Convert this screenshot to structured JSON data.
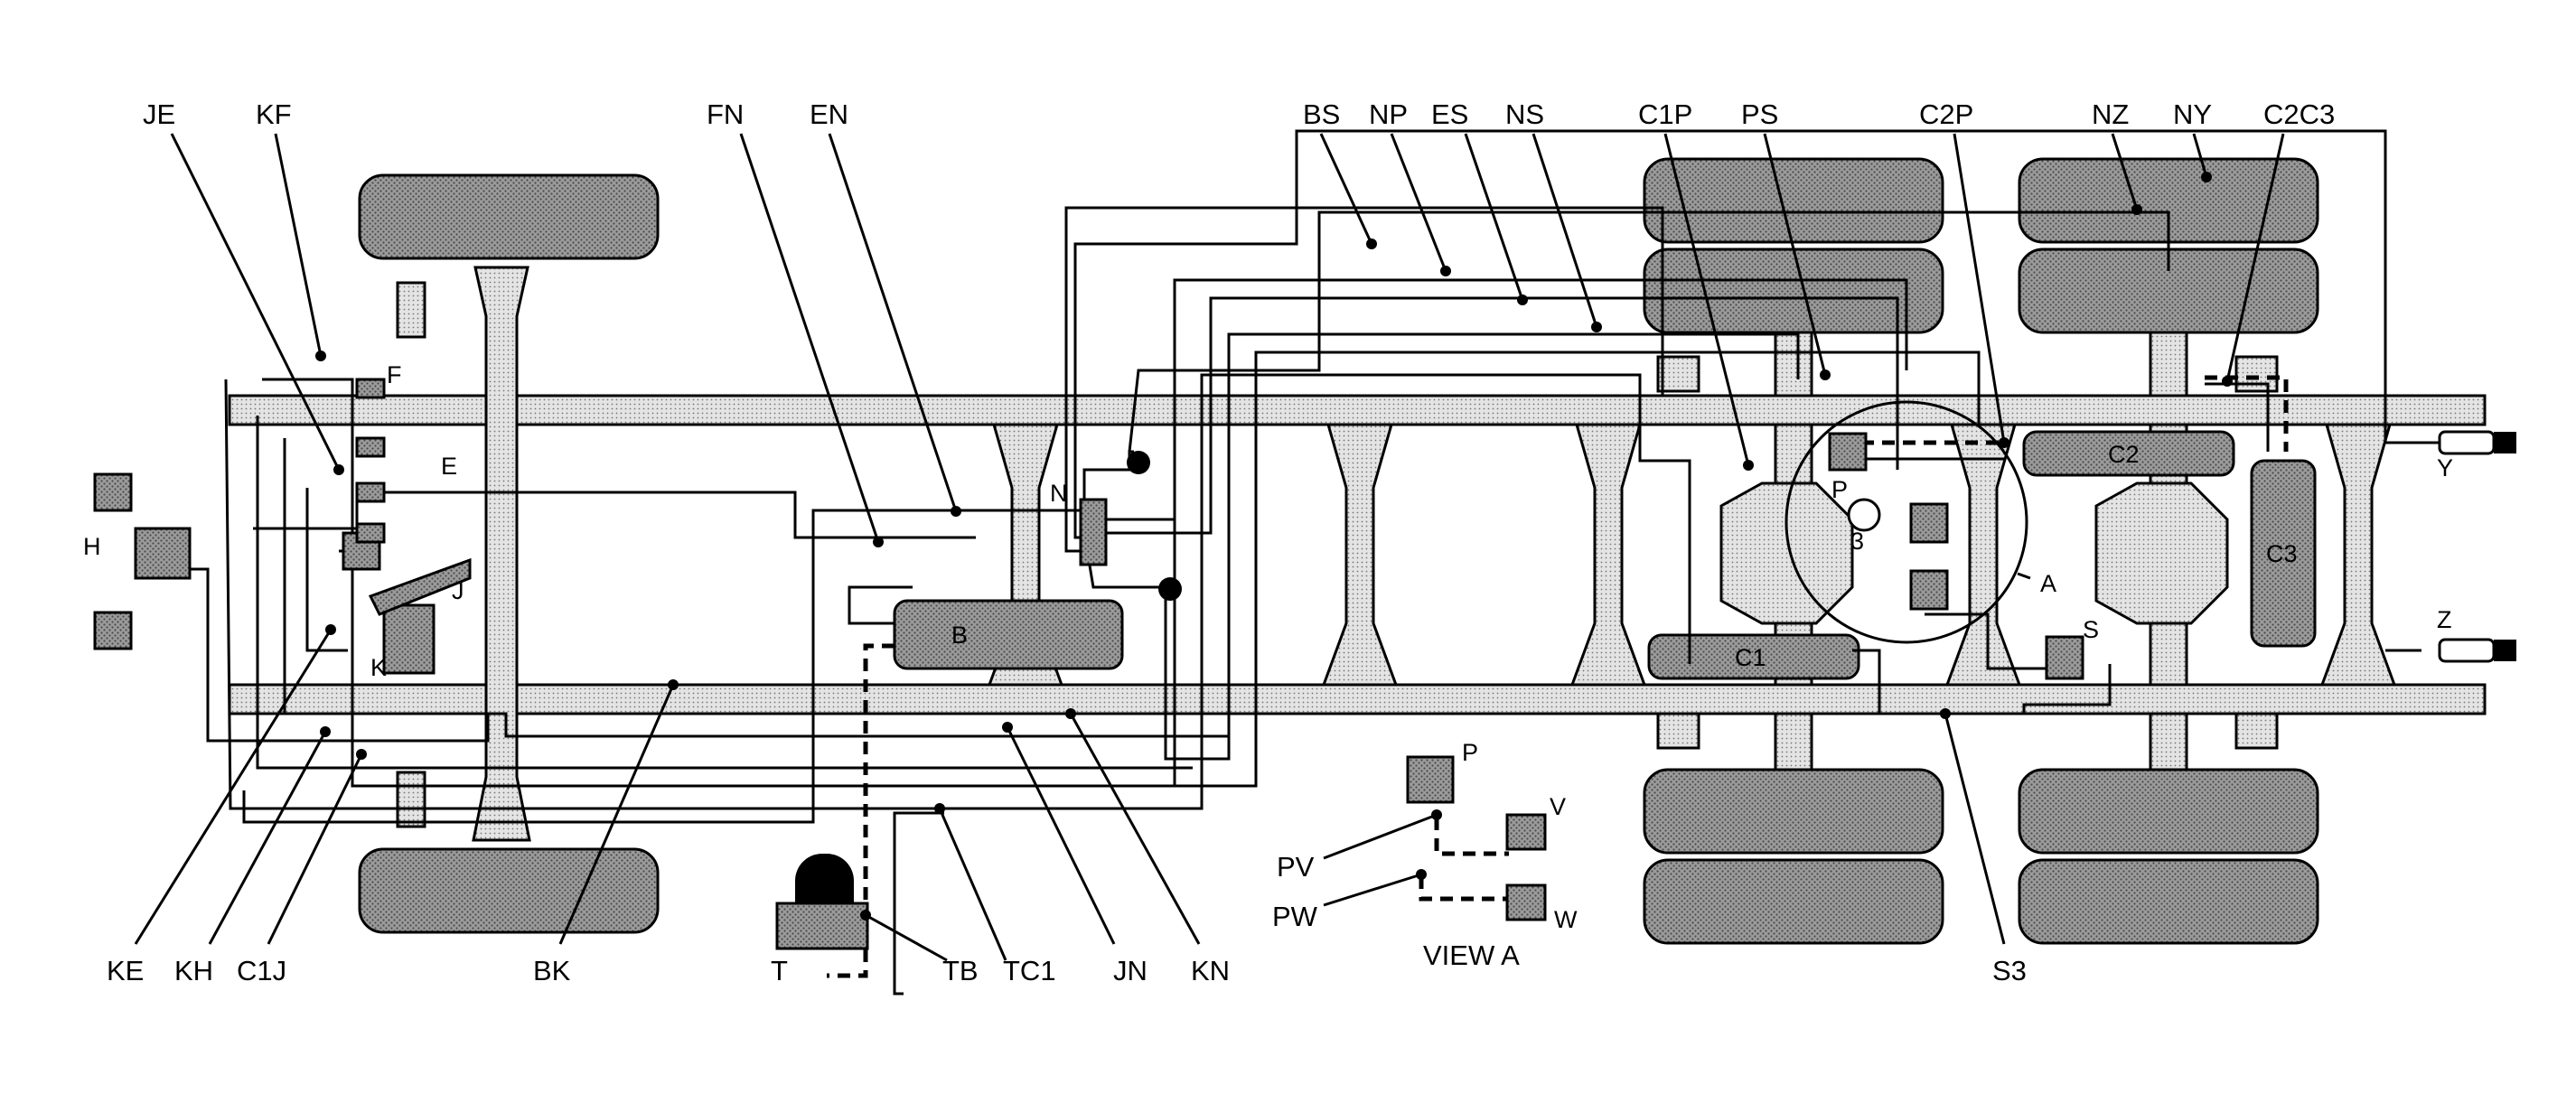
{
  "diagram": {
    "callouts_top": [
      "JE",
      "KF",
      "FN",
      "EN",
      "BS",
      "NP",
      "ES",
      "NS",
      "C1P",
      "PS",
      "C2P",
      "NZ",
      "NY",
      "C2C3"
    ],
    "callouts_bottom": [
      "KE",
      "KH",
      "C1J",
      "BK",
      "T",
      "TB",
      "TC1",
      "JN",
      "KN",
      "S3"
    ],
    "component_labels": [
      "F",
      "E",
      "H",
      "J",
      "K",
      "N",
      "B",
      "C1",
      "C2",
      "C3",
      "P",
      "3",
      "A",
      "S",
      "Y",
      "Z"
    ],
    "view_labels": [
      "P",
      "V",
      "W",
      "PV",
      "PW"
    ],
    "view_title": "VIEW A",
    "colors": {
      "ink": "#000000",
      "fill": "#8a8a8a",
      "background": "#ffffff"
    }
  }
}
